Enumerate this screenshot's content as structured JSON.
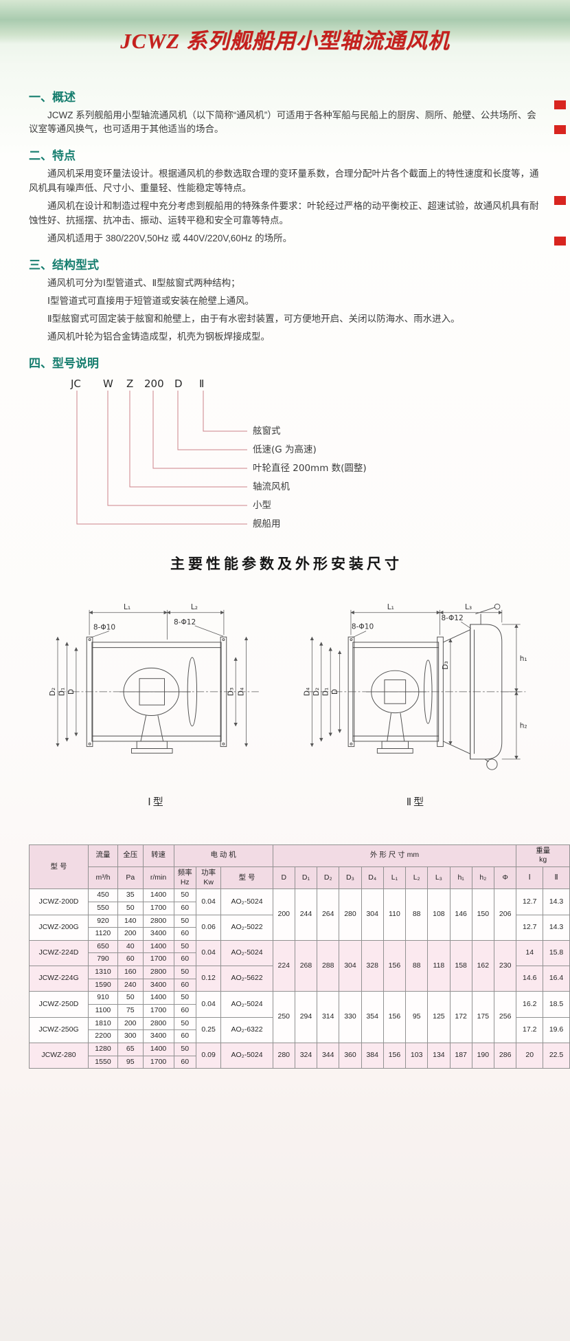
{
  "title": "JCWZ 系列舰船用小型轴流通风机",
  "sections": {
    "overview": {
      "heading": "一、概述",
      "paragraphs": [
        "JCWZ 系列舰船用小型轴流通风机（以下简称“通风机”）可适用于各种军船与民船上的厨房、厕所、舱壁、公共场所、会议室等通风换气，也可适用于其他适当的场合。"
      ]
    },
    "features": {
      "heading": "二、特点",
      "paragraphs": [
        "通风机采用变环量法设计。根据通风机的参数选取合理的变环量系数，合理分配叶片各个截面上的特性速度和长度等，通风机具有噪声低、尺寸小、重量轻、性能稳定等特点。",
        "通风机在设计和制造过程中充分考虑到舰船用的特殊条件要求：叶轮经过严格的动平衡校正、超速试验，故通风机具有耐蚀性好、抗摇摆、抗冲击、振动、运转平稳和安全可靠等特点。",
        "通风机适用于 380/220V,50Hz 或 440V/220V,60Hz 的场所。"
      ]
    },
    "structure": {
      "heading": "三、结构型式",
      "paragraphs": [
        "通风机可分为Ⅰ型管道式、Ⅱ型舷窗式两种结构；",
        "Ⅰ型管道式可直接用于短管道或安装在舱壁上通风。",
        "Ⅱ型舷窗式可固定装于舷窗和舱壁上，由于有水密封装置，可方便地开启、关闭以防海水、雨水进入。",
        "通风机叶轮为铝合金铸造成型，机壳为钢板焊接成型。"
      ]
    },
    "model_desc": {
      "heading": "四、型号说明",
      "code": [
        "JC",
        "W",
        "Z",
        "200",
        "D",
        "Ⅱ"
      ],
      "labels": [
        "舷窗式",
        "低速(G 为高速)",
        "叶轮直径 200mm 数(圆整)",
        "轴流风机",
        "小型",
        "舰船用"
      ]
    }
  },
  "params_heading": "主要性能参数及外形安装尺寸",
  "drawings": {
    "type1": {
      "caption": "Ⅰ型",
      "dims": {
        "l1": "L₁",
        "l2": "L₂",
        "bolt_right": "8-Φ12",
        "bolt_left": "8-Φ10",
        "d2": "D₂",
        "d1": "D₁",
        "d": "D",
        "d3": "D₃",
        "d4": "D₄"
      }
    },
    "type2": {
      "caption": "Ⅱ型",
      "dims": {
        "l1": "L₁",
        "l3": "L₃",
        "bolt_right": "8-Φ12",
        "bolt_left": "8-Φ10",
        "d4": "D₄",
        "d2": "D₂",
        "d1": "D₁",
        "d": "D",
        "d3": "D₃",
        "h1": "h₁",
        "h2": "h₂"
      }
    }
  },
  "table": {
    "header": {
      "model": "型 号",
      "flow_name": "流量",
      "flow_unit": "m³/h",
      "pressure_name": "全压",
      "pressure_unit": "Pa",
      "speed_name": "转速",
      "speed_unit": "r/min",
      "motor_group": "电 动 机",
      "freq_name": "频率",
      "freq_unit": "Hz",
      "power_name": "功率",
      "power_unit": "Kw",
      "motor_model": "型 号",
      "dims_group": "外 形 尺 寸 mm",
      "dim_cols": [
        "D",
        "D₁",
        "D₂",
        "D₃",
        "D₄",
        "L₁",
        "L₂",
        "L₃",
        "h₁",
        "h₂",
        "Φ"
      ],
      "weight_name": "重量",
      "weight_unit": "kg",
      "weight_cols": [
        "Ⅰ",
        "Ⅱ"
      ]
    },
    "groups": [
      {
        "model": "JCWZ-200D",
        "rows": [
          [
            "450",
            "35",
            "1400",
            "50"
          ],
          [
            "550",
            "50",
            "1700",
            "60"
          ]
        ],
        "power": "0.04",
        "motor": "AO₂-5024",
        "weight": [
          "12.7",
          "14.3"
        ]
      },
      {
        "model": "JCWZ-200G",
        "rows": [
          [
            "920",
            "140",
            "2800",
            "50"
          ],
          [
            "1120",
            "200",
            "3400",
            "60"
          ]
        ],
        "power": "0.06",
        "motor": "AO₂-5022",
        "weight": [
          "12.7",
          "14.3"
        ]
      },
      {
        "model": "JCWZ-224D",
        "rows": [
          [
            "650",
            "40",
            "1400",
            "50"
          ],
          [
            "790",
            "60",
            "1700",
            "60"
          ]
        ],
        "power": "0.04",
        "motor": "AO₂-5024",
        "weight": [
          "14",
          "15.8"
        ]
      },
      {
        "model": "JCWZ-224G",
        "rows": [
          [
            "1310",
            "160",
            "2800",
            "50"
          ],
          [
            "1590",
            "240",
            "3400",
            "60"
          ]
        ],
        "power": "0.12",
        "motor": "AO₂-5622",
        "weight": [
          "14.6",
          "16.4"
        ]
      },
      {
        "model": "JCWZ-250D",
        "rows": [
          [
            "910",
            "50",
            "1400",
            "50"
          ],
          [
            "1100",
            "75",
            "1700",
            "60"
          ]
        ],
        "power": "0.04",
        "motor": "AO₂-5024",
        "weight": [
          "16.2",
          "18.5"
        ]
      },
      {
        "model": "JCWZ-250G",
        "rows": [
          [
            "1810",
            "200",
            "2800",
            "50"
          ],
          [
            "2200",
            "300",
            "3400",
            "60"
          ]
        ],
        "power": "0.25",
        "motor": "AO₂-6322",
        "weight": [
          "17.2",
          "19.6"
        ]
      },
      {
        "model": "JCWZ-280",
        "rows": [
          [
            "1280",
            "65",
            "1400",
            "50"
          ],
          [
            "1550",
            "95",
            "1700",
            "60"
          ]
        ],
        "power": "0.09",
        "motor": "AO₂-5024",
        "weight": [
          "20",
          "22.5"
        ]
      }
    ],
    "dim_groups": [
      {
        "rowspan": 4,
        "values": [
          "200",
          "244",
          "264",
          "280",
          "304",
          "110",
          "88",
          "108",
          "146",
          "150",
          "206"
        ]
      },
      {
        "rowspan": 4,
        "values": [
          "224",
          "268",
          "288",
          "304",
          "328",
          "156",
          "88",
          "118",
          "158",
          "162",
          "230"
        ]
      },
      {
        "rowspan": 4,
        "values": [
          "250",
          "294",
          "314",
          "330",
          "354",
          "156",
          "95",
          "125",
          "172",
          "175",
          "256"
        ]
      },
      {
        "rowspan": 2,
        "values": [
          "280",
          "324",
          "344",
          "360",
          "384",
          "156",
          "103",
          "134",
          "187",
          "190",
          "286"
        ]
      }
    ]
  },
  "colors": {
    "accent_teal": "#157d6e",
    "title_red": "#c5201d",
    "connector_pink": "#cd8289",
    "table_header_bg": "#f2dbe4"
  }
}
